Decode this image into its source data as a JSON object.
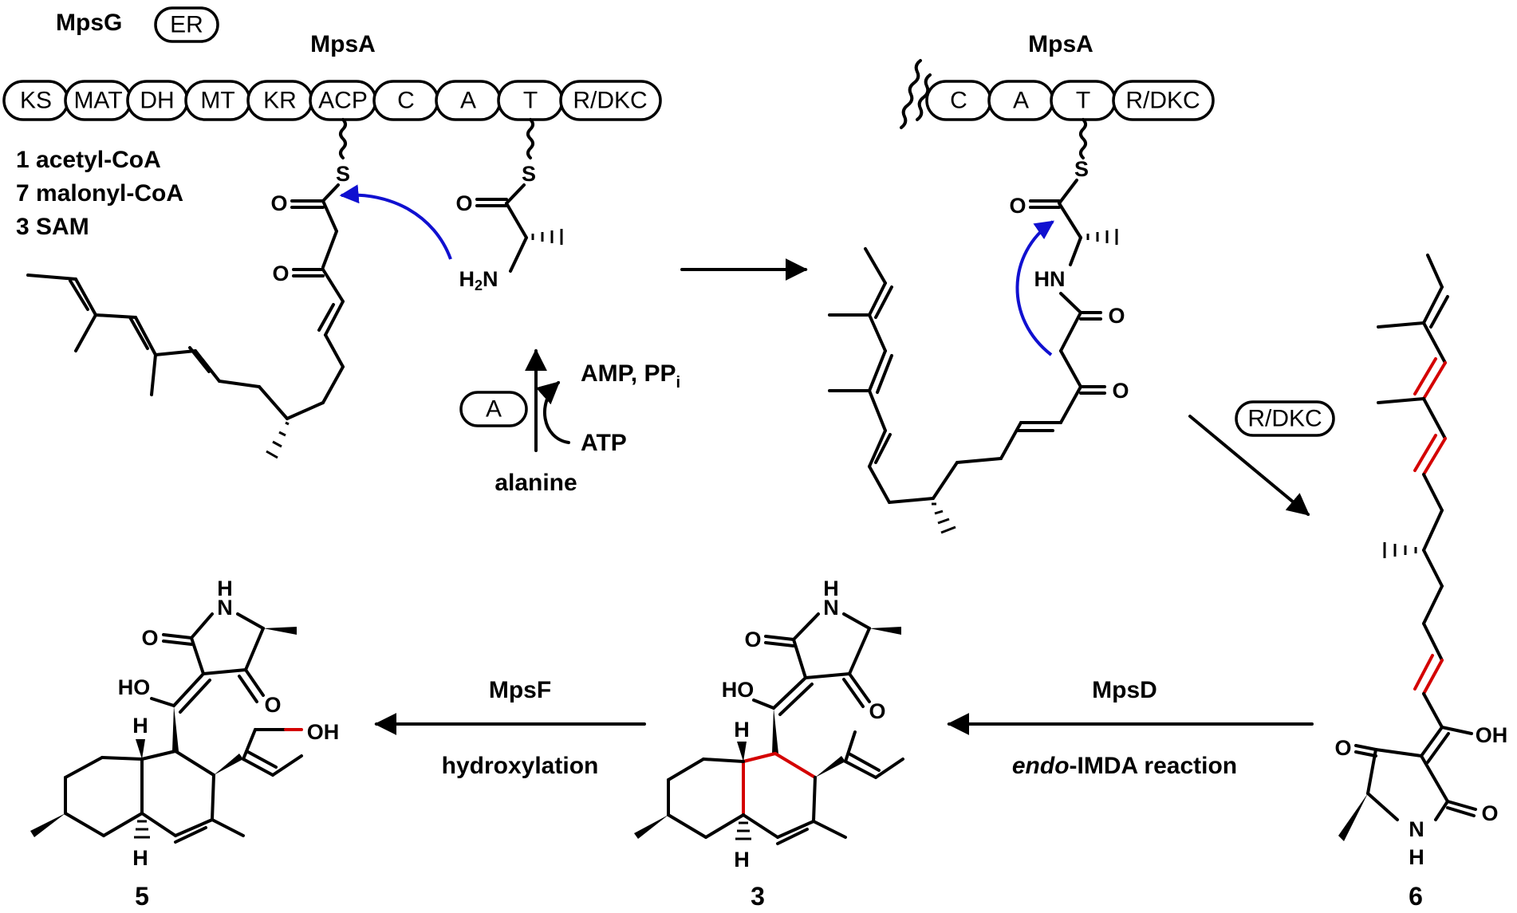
{
  "mpsg": {
    "label": "MpsG",
    "er": "ER"
  },
  "mpsa_top": {
    "label": "MpsA",
    "domains": [
      "KS",
      "MAT",
      "DH",
      "MT",
      "KR",
      "ACP",
      "C",
      "A",
      "T",
      "R/DKC"
    ]
  },
  "mpsa_right": {
    "label": "MpsA",
    "domains": [
      "C",
      "A",
      "T",
      "R/DKC"
    ]
  },
  "substrates": [
    "1 acetyl-CoA",
    "7 malonyl-CoA",
    "3 SAM"
  ],
  "activation": {
    "domain": "A",
    "products": "AMP, PP",
    "products_sub": "i",
    "cofactor": "ATP",
    "amino_acid": "alanine"
  },
  "rdkc_step": {
    "domain": "R/DKC"
  },
  "mpsd_step": {
    "enzyme": "MpsD",
    "reaction_italic": "endo",
    "reaction_rest": "-IMDA reaction"
  },
  "mpsf_step": {
    "enzyme": "MpsF",
    "reaction": "hydroxylation"
  },
  "compounds": {
    "c5": "5",
    "c3": "3",
    "c6": "6"
  },
  "atoms": {
    "S": "S",
    "O": "O",
    "H2N": "H",
    "H2N_sub": "2",
    "H2N_N": "N",
    "HN": "HN",
    "H": "H",
    "N": "N",
    "HO": "HO",
    "OH": "OH"
  },
  "colors": {
    "new_bonds": "#d40000",
    "arrow_pushing": "#1010d0"
  }
}
